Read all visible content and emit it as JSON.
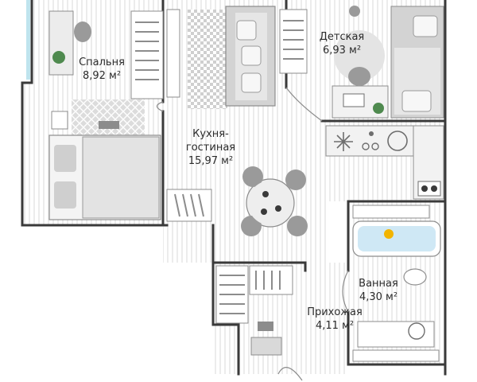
{
  "rooms": {
    "bedroom": {
      "name": "Спальня",
      "area": "8,92 м²"
    },
    "kids": {
      "name": "Детская",
      "area": "6,93 м²"
    },
    "kitchen": {
      "name": "Кухня-\nгостиная",
      "name_line1": "Кухня-",
      "name_line2": "гостиная",
      "area": "15,97 м²"
    },
    "bath": {
      "name": "Ванная",
      "area": "4,30 м²"
    },
    "hall": {
      "name": "Прихожая",
      "area": "4,11 м²"
    }
  },
  "colors": {
    "wall": "#3a3a3a",
    "floor_stripe": "#e9e9e9",
    "furniture": "#d9d9d9",
    "furniture_dark": "#8c8c8c",
    "window": "#bfe4ee",
    "bath_water": "#cfe8f5",
    "plant": "#4f8a4f",
    "duck": "#f2b400"
  },
  "icons": {
    "snowflake": "fridge-snowflake-icon",
    "sink": "sink-icon",
    "stove": "stove-icon",
    "toilet": "toilet-icon",
    "washer": "washing-machine-icon"
  }
}
